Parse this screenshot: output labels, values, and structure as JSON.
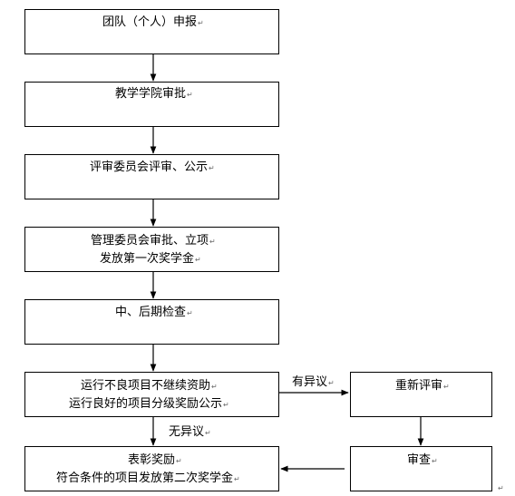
{
  "nodes": {
    "apply": {
      "lines": [
        "团队（个人）申报"
      ]
    },
    "college": {
      "lines": [
        "教学学院审批"
      ]
    },
    "committee_review": {
      "lines": [
        "评审委员会评审、公示"
      ]
    },
    "management": {
      "lines": [
        "管理委员会审批、立项",
        "发放第一次奖学金"
      ]
    },
    "midterm": {
      "lines": [
        "中、后期检查"
      ]
    },
    "results": {
      "lines": [
        "运行不良项目不继续资助",
        "运行良好的项目分级奖励公示"
      ]
    },
    "reward": {
      "lines": [
        "表彰奖励",
        "符合条件的项目发放第二次奖学金"
      ]
    },
    "re_review": {
      "lines": [
        "重新评审"
      ]
    },
    "audit": {
      "lines": [
        "审查"
      ]
    }
  },
  "edge_labels": {
    "objection": "有异议",
    "no_objection": "无异议"
  },
  "return_mark": "↵"
}
